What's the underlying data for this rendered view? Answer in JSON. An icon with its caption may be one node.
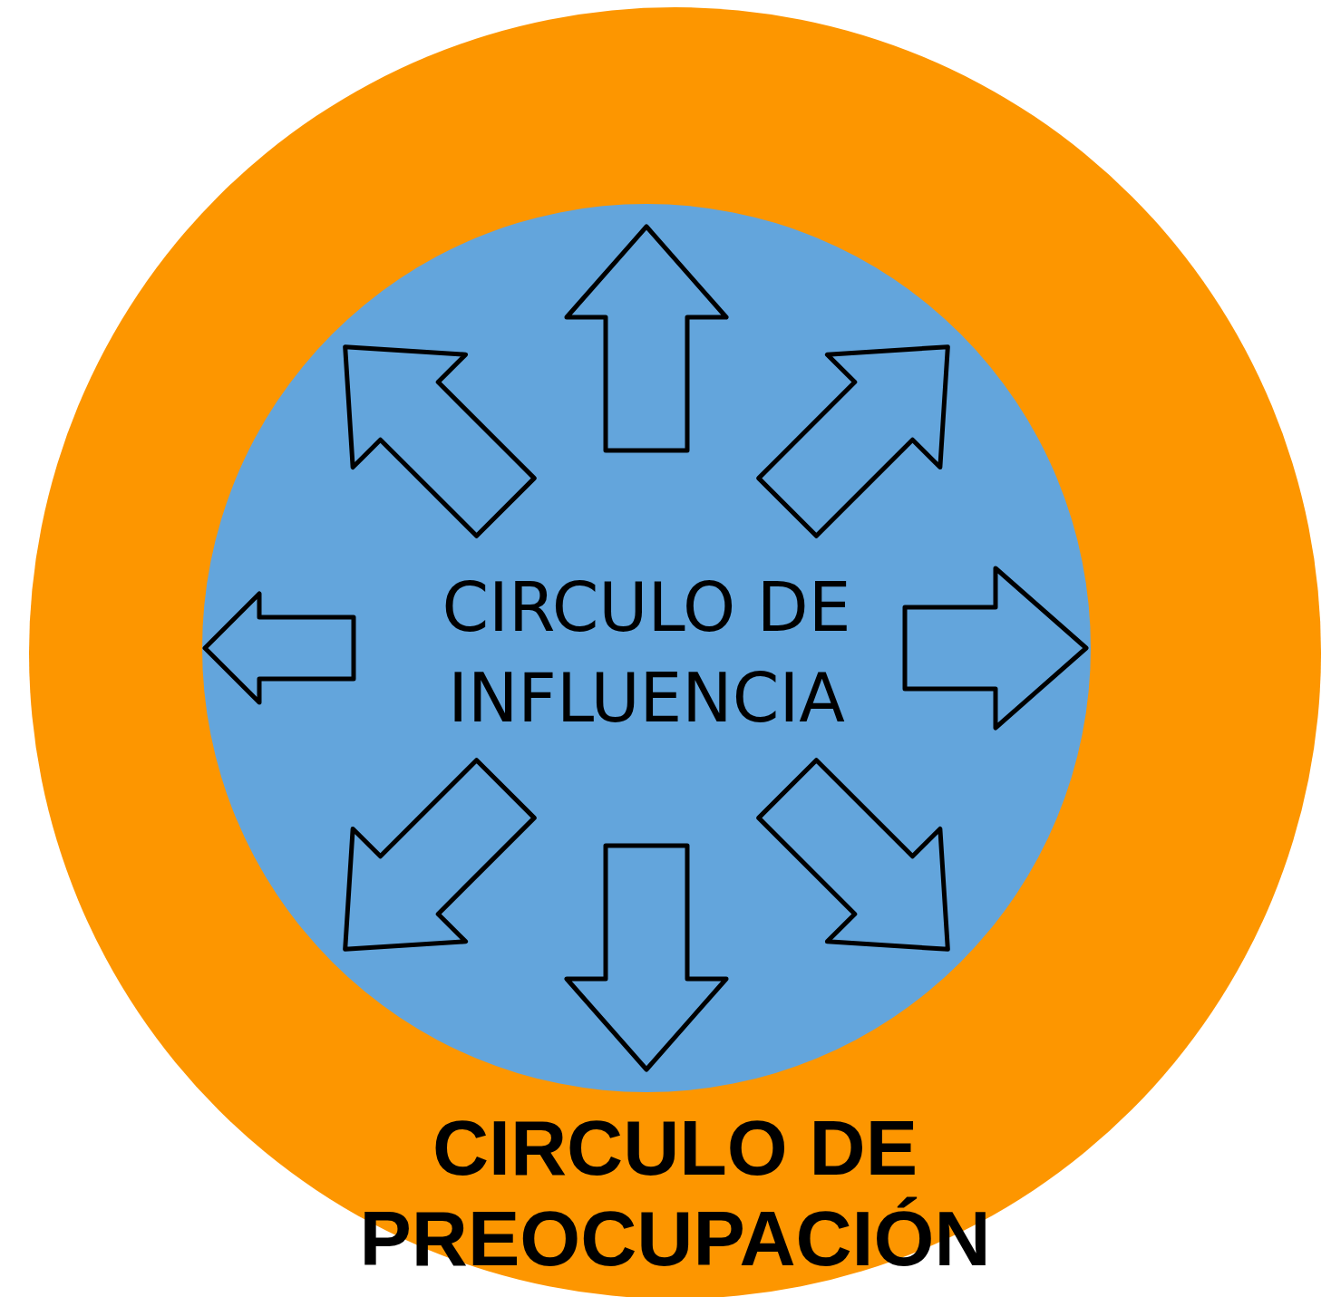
{
  "diagram": {
    "nodes": [
      {
        "text": [
          "CIRCULO DE PREOCUPACIÓN"
        ]
      },
      {
        "text": [
          "CIRCULO DE INFLUENCIA"
        ],
        "in": 0
      }
    ]
  }
}
